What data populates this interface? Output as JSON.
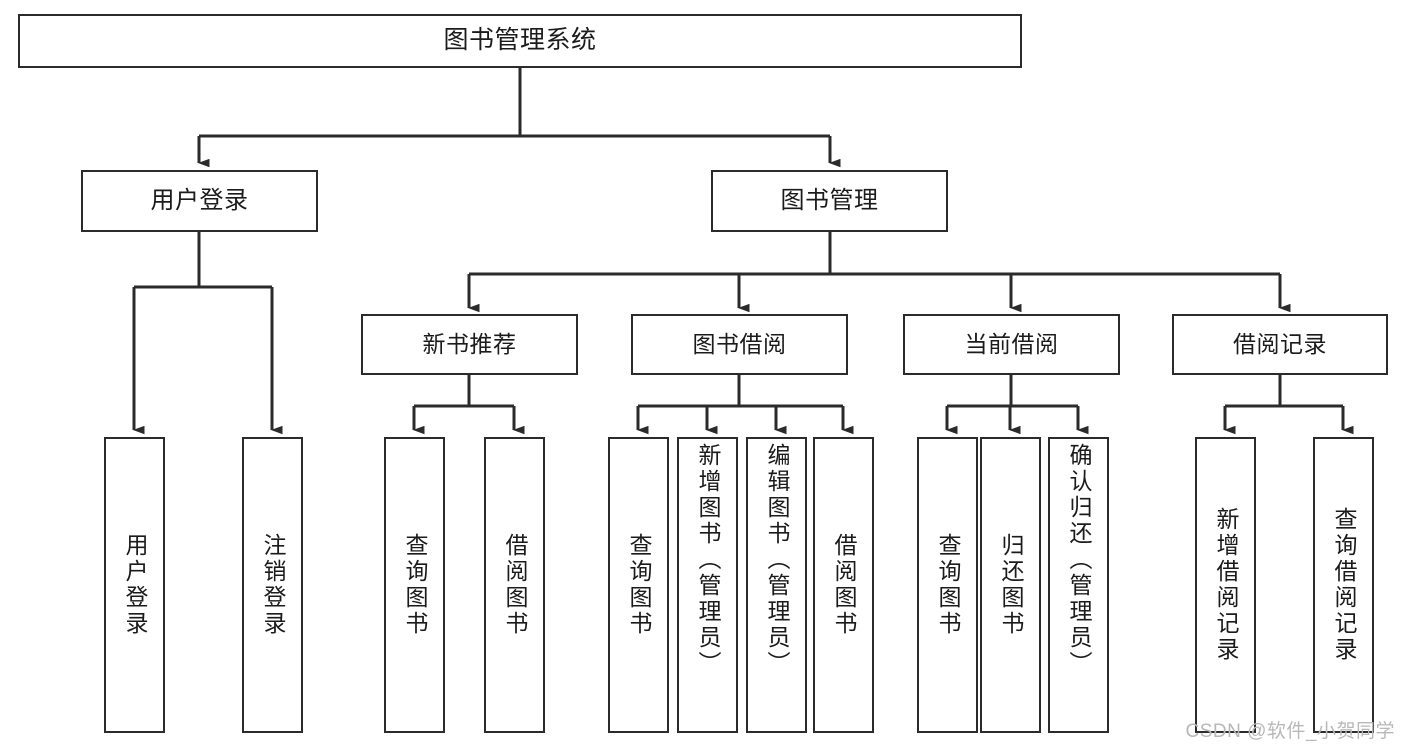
{
  "diagram": {
    "title_text": "图书管理系统",
    "type": "hierarchy-tree",
    "orientation": "top-down",
    "line_color": "#2b2b2b",
    "box_fill": "#ffffff",
    "box_border": "#2b2b2b",
    "text_color": "#1b1b1b",
    "watermark": "CSDN @软件_小贺同学",
    "nodes": {
      "root": {
        "label": "图书管理系统",
        "level": 0
      },
      "l2": [
        {
          "id": "user-login",
          "label": "用户登录"
        },
        {
          "id": "book-management",
          "label": "图书管理"
        }
      ],
      "l3": [
        {
          "id": "new-book-recommend",
          "label": "新书推荐",
          "parent": "book-management"
        },
        {
          "id": "book-borrow",
          "label": "图书借阅",
          "parent": "book-management"
        },
        {
          "id": "current-borrow",
          "label": "当前借阅",
          "parent": "book-management"
        },
        {
          "id": "borrow-record",
          "label": "借阅记录",
          "parent": "book-management"
        }
      ],
      "leaves": {
        "user_login": [
          {
            "id": "leaf-user-login",
            "label": "用户登录"
          },
          {
            "id": "leaf-logout",
            "label": "注销登录"
          }
        ],
        "new_book_recommend": [
          {
            "id": "leaf-query-book-1",
            "label": "查询图书"
          },
          {
            "id": "leaf-borrow-book-1",
            "label": "借阅图书"
          }
        ],
        "book_borrow": [
          {
            "id": "leaf-query-book-2",
            "label": "查询图书"
          },
          {
            "id": "leaf-add-book",
            "label": "新增图书（管理员）"
          },
          {
            "id": "leaf-edit-book",
            "label": "编辑图书（管理员）"
          },
          {
            "id": "leaf-borrow-book-2",
            "label": "借阅图书"
          }
        ],
        "current_borrow": [
          {
            "id": "leaf-query-book-3",
            "label": "查询图书"
          },
          {
            "id": "leaf-return-book",
            "label": "归还图书"
          },
          {
            "id": "leaf-confirm-return",
            "label": "确认归还（管理员）"
          }
        ],
        "borrow_record": [
          {
            "id": "leaf-add-record",
            "label": "新增借阅记录"
          },
          {
            "id": "leaf-query-record",
            "label": "查询借阅记录"
          }
        ]
      }
    }
  }
}
